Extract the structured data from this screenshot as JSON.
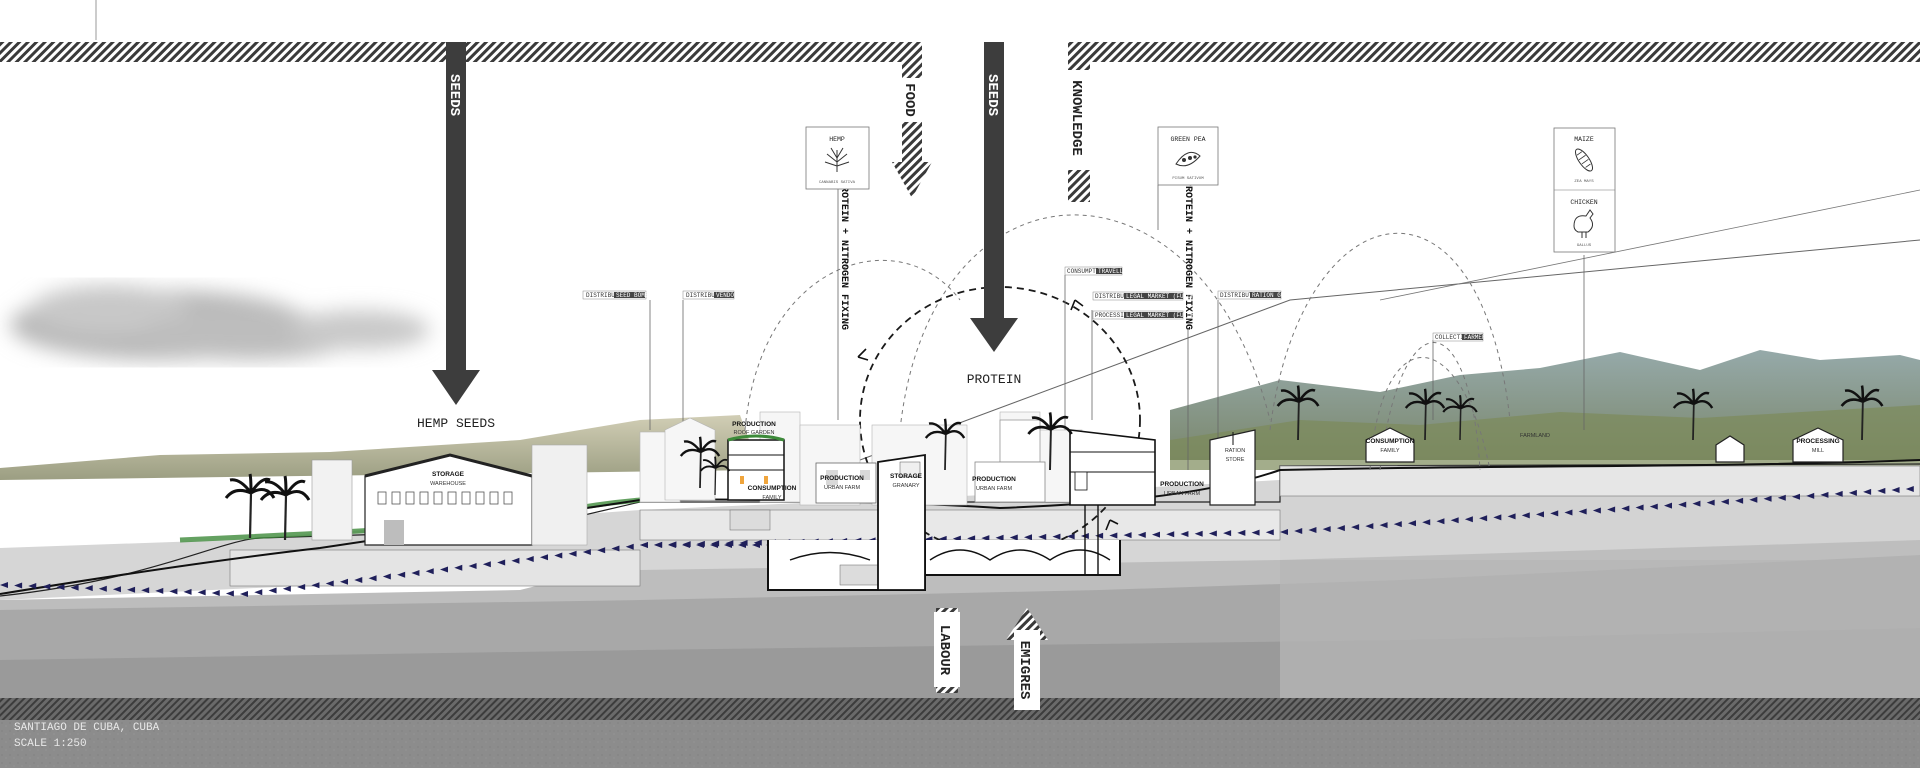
{
  "arrows": {
    "seeds_left": "SEEDS",
    "food": "FOOD",
    "seeds_center": "SEEDS",
    "knowledge": "KNOWLEDGE",
    "labour": "LABOUR",
    "emigres": "EMIGRES"
  },
  "labels": {
    "hemp_seeds": "HEMP SEEDS",
    "protein": "PROTEIN",
    "protein_nitrogen_1": "PROTEIN + NITROGEN FIXING",
    "protein_nitrogen_2": "PROTEIN + NITROGEN FIXING",
    "location": "SANTIAGO DE CUBA, CUBA",
    "scale": "SCALE 1:250"
  },
  "crops": {
    "hemp": {
      "name": "HEMP",
      "sub": "CANNABIS SATIVA",
      "icon": "hemp-leaf-icon"
    },
    "green_pea": {
      "name": "GREEN PEA",
      "sub": "PISUM SATIVUM",
      "icon": "pea-pod-icon"
    },
    "maize": {
      "name": "MAIZE",
      "sub": "ZEA MAYS",
      "icon": "maize-icon"
    },
    "chicken": {
      "name": "CHICKEN",
      "sub": "GALLUS",
      "icon": "chicken-icon"
    }
  },
  "tags": {
    "t1": {
      "head": "DISTRIBUTION",
      "value": "SEED BOMBER"
    },
    "t2": {
      "head": "DISTRIBUTION",
      "value": "VENDOR"
    },
    "t3": {
      "head": "CONSUMPTION",
      "value": "TRAVELLER"
    },
    "t4": {
      "head": "DISTRIBUTION",
      "value": "LEGAL MARKET (FUTURE)"
    },
    "t5": {
      "head": "PROCESSING",
      "value": "LEGAL MARKET (FUTURE)"
    },
    "t6": {
      "head": "DISTRIBUTION",
      "value": "RATION GUARD"
    },
    "t7": {
      "head": "COLLECTION",
      "value": "FARMER"
    }
  },
  "buildings": {
    "storage_warehouse": {
      "title": "STORAGE",
      "sub": "WAREHOUSE"
    },
    "production_roof": {
      "title": "PRODUCTION",
      "sub": "ROOF GARDEN"
    },
    "consumption_family_a": {
      "title": "CONSUMPTION",
      "sub": "FAMILY"
    },
    "production_urban_1": {
      "title": "PRODUCTION",
      "sub": "URBAN FARM"
    },
    "storage_granary": {
      "title": "STORAGE",
      "sub": "GRANARY"
    },
    "production_urban_2": {
      "title": "PRODUCTION",
      "sub": "URBAN FARM"
    },
    "ration_store": {
      "title": "RATION",
      "sub": "STORE"
    },
    "production_urban_3": {
      "title": "PRODUCTION",
      "sub": "URBAN FARM"
    },
    "consumption_family_b": {
      "title": "CONSUMPTION",
      "sub": "FAMILY"
    },
    "farmland": {
      "title": "FARMLAND",
      "sub": ""
    },
    "processing_mill": {
      "title": "PROCESSING",
      "sub": "MILL"
    }
  },
  "colors": {
    "dark_arrow": "#3d3d3d",
    "ground_light": "#d4d4d4",
    "ground_mid": "#b3b3b3",
    "ground_dark": "#8e8e8e",
    "flow_marker": "#1f1f5a",
    "mountain": "#6f8273"
  }
}
